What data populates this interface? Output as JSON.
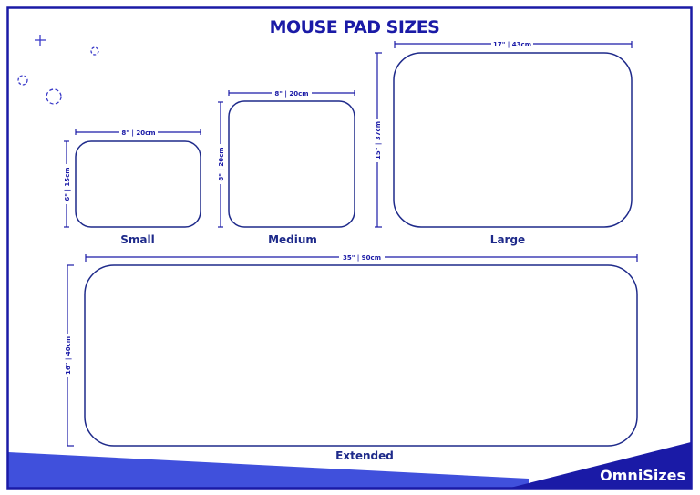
{
  "title": "MOUSE PAD SIZES",
  "brand": "OmniSizes",
  "colors": {
    "frame": "#1a1aa6",
    "text": "#1a1aa6",
    "outline": "#1e2a8a",
    "bottom_band": "#4050dc",
    "brand_corner": "#1a1aa6"
  },
  "pads": [
    {
      "name": "Small",
      "width_label": "8\" | 20cm",
      "height_label": "6\" | 15cm"
    },
    {
      "name": "Medium",
      "width_label": "8\" | 20cm",
      "height_label": "8\" | 20cm"
    },
    {
      "name": "Large",
      "width_label": "17\" | 43cm",
      "height_label": "15\" | 37cm"
    },
    {
      "name": "Extended",
      "width_label": "35\" | 90cm",
      "height_label": "16\" | 40cm"
    }
  ],
  "decorations": [
    "plus-icon",
    "dashed-circle-icon",
    "dashed-circle-icon",
    "dashed-circle-icon"
  ]
}
